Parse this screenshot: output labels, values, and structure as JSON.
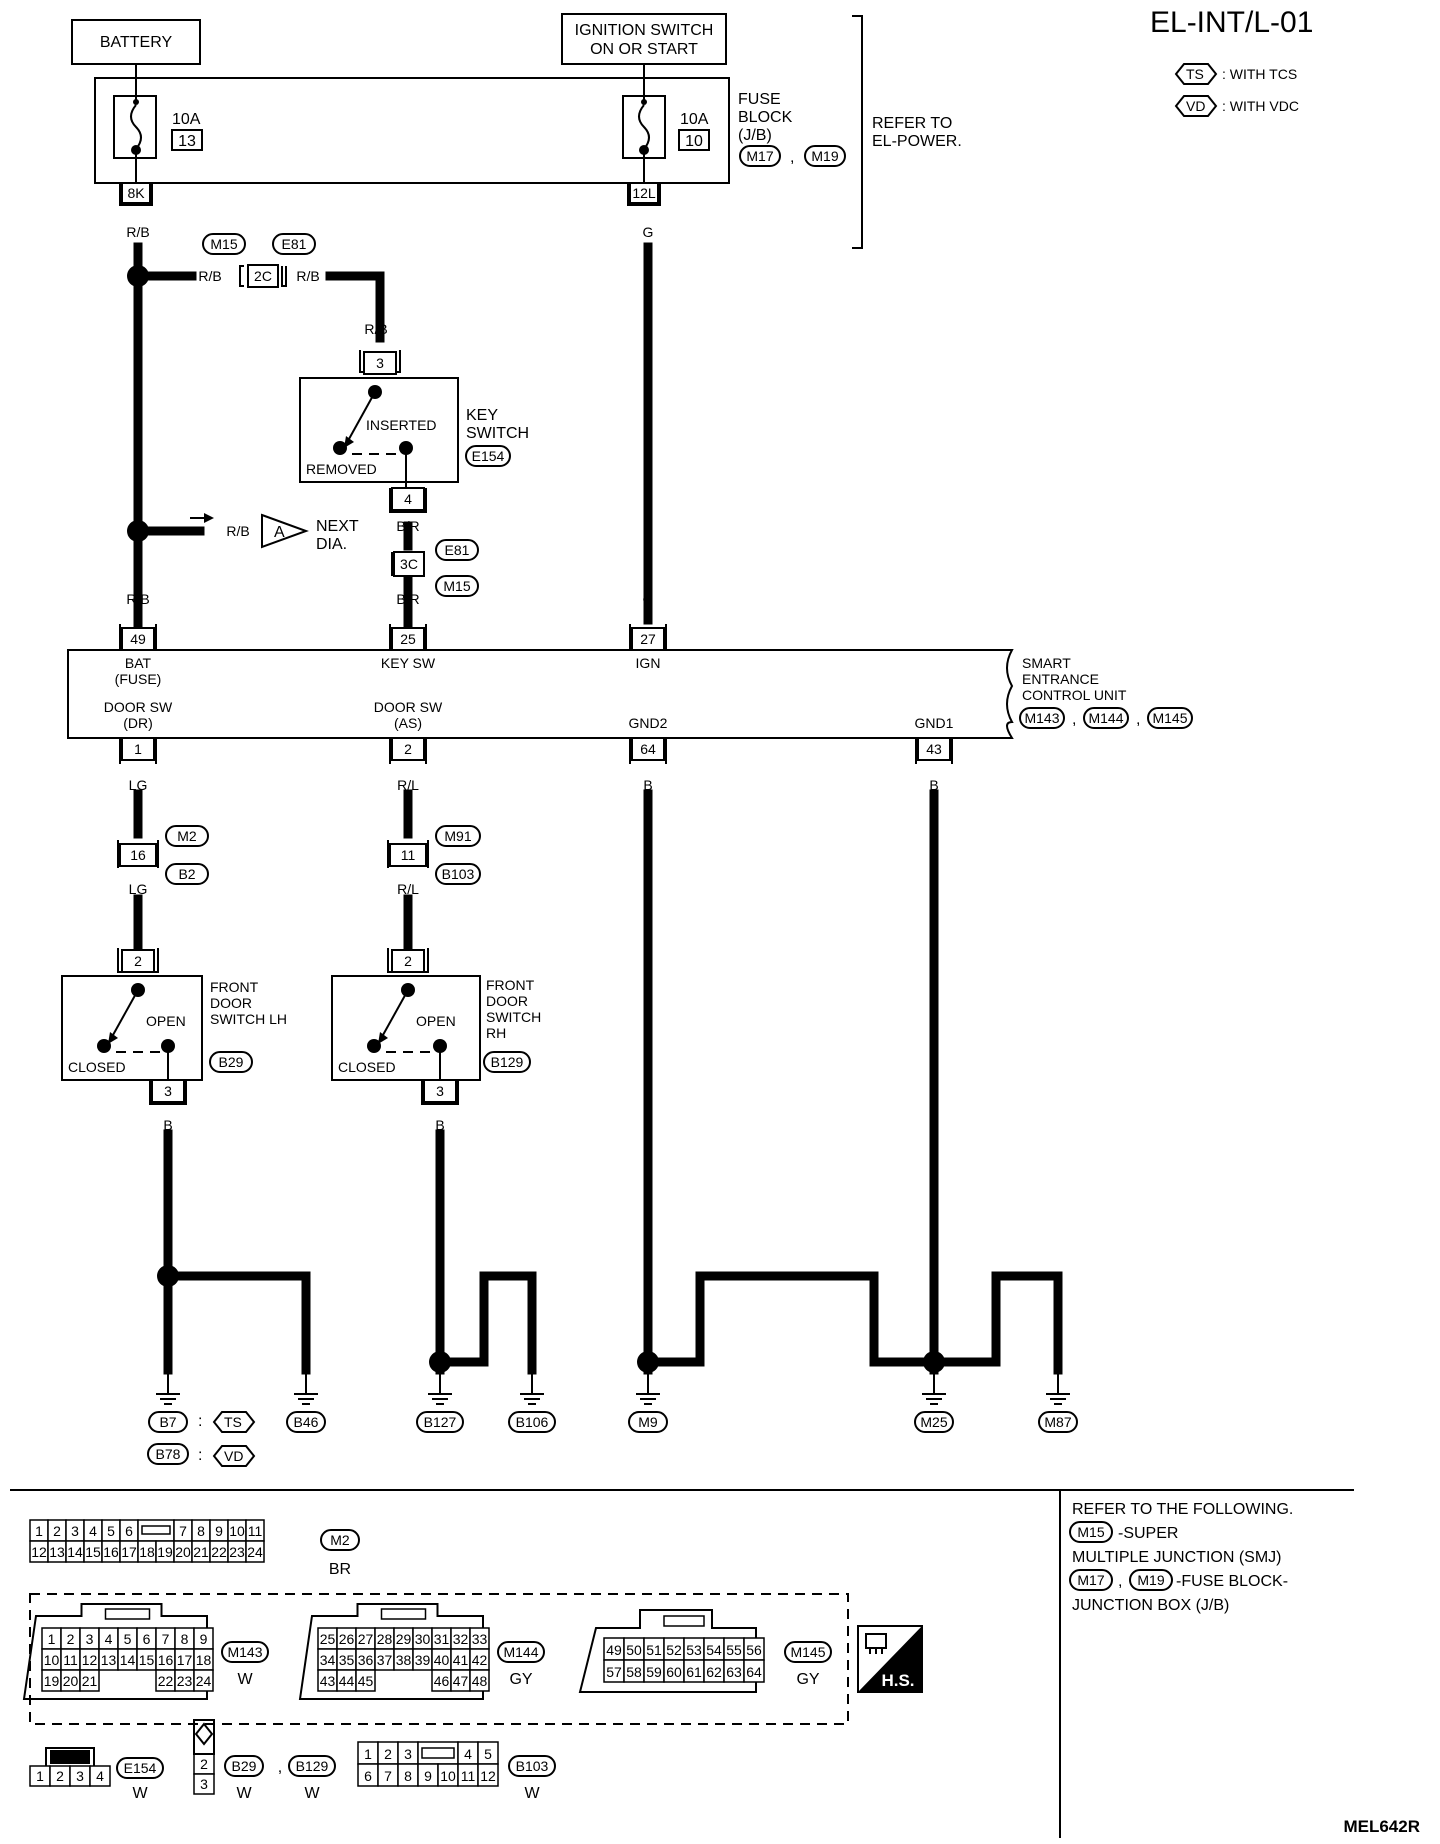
{
  "diagram_id": "EL-INT/L-01",
  "figure_code": "MEL642R",
  "legend": [
    {
      "code": "TS",
      "text": ": WITH TCS"
    },
    {
      "code": "VD",
      "text": ": WITH VDC"
    }
  ],
  "sources": {
    "battery": "BATTERY",
    "ignition_line1": "IGNITION SWITCH",
    "ignition_line2": "ON OR START"
  },
  "fuse_block": {
    "label_lines": [
      "FUSE",
      "BLOCK",
      "(J/B)"
    ],
    "connectors": [
      "M17",
      "M19"
    ],
    "refer_line1": "REFER TO",
    "refer_line2": "EL-POWER.",
    "fuses": [
      {
        "rating": "10A",
        "number": "13",
        "terminal": "8K"
      },
      {
        "rating": "10A",
        "number": "10",
        "terminal": "12L"
      }
    ]
  },
  "wires": {
    "rb": "R/B",
    "g": "G",
    "br": "B/R",
    "lg": "LG",
    "rl": "R/L",
    "b": "B"
  },
  "joint_connectors": [
    {
      "pin": "2C",
      "left": "M15",
      "right": "E81"
    },
    {
      "pin": "3C",
      "top": "E81",
      "bottom": "M15"
    },
    {
      "pin": "16",
      "top": "M2",
      "bottom": "B2"
    },
    {
      "pin": "11",
      "top": "M91",
      "bottom": "B103"
    }
  ],
  "key_switch": {
    "label_lines": [
      "KEY",
      "SWITCH"
    ],
    "connector": "E154",
    "pin_top": "3",
    "pin_bottom": "4",
    "state_on": "INSERTED",
    "state_off": "REMOVED"
  },
  "next_diagram": {
    "marker": "A",
    "line1": "NEXT",
    "line2": "DIA."
  },
  "control_unit": {
    "label_lines": [
      "SMART",
      "ENTRANCE",
      "CONTROL UNIT"
    ],
    "connectors": [
      "M143",
      "M144",
      "M145"
    ],
    "top_terminals": [
      {
        "pin": "49",
        "name": "BAT",
        "name2": "(FUSE)"
      },
      {
        "pin": "25",
        "name": "KEY SW",
        "name2": ""
      },
      {
        "pin": "27",
        "name": "IGN",
        "name2": ""
      }
    ],
    "bottom_terminals": [
      {
        "pin": "1",
        "name": "DOOR SW",
        "name2": "(DR)"
      },
      {
        "pin": "2",
        "name": "DOOR SW",
        "name2": "(AS)"
      },
      {
        "pin": "64",
        "name": "GND2",
        "name2": ""
      },
      {
        "pin": "43",
        "name": "GND1",
        "name2": ""
      }
    ]
  },
  "door_switches": [
    {
      "label_lines": [
        "FRONT",
        "DOOR",
        "SWITCH LH"
      ],
      "connector": "B29",
      "pin_top": "2",
      "pin_bottom": "3",
      "state_open": "OPEN",
      "state_closed": "CLOSED"
    },
    {
      "label_lines": [
        "FRONT",
        "DOOR",
        "SWITCH",
        "RH"
      ],
      "connector": "B129",
      "pin_top": "2",
      "pin_bottom": "3",
      "state_open": "OPEN",
      "state_closed": "CLOSED"
    }
  ],
  "grounds": [
    {
      "id": "B7",
      "cond": "TS"
    },
    {
      "id": "B78",
      "cond": "VD"
    },
    {
      "id": "B46"
    },
    {
      "id": "B127"
    },
    {
      "id": "B106"
    },
    {
      "id": "M9"
    },
    {
      "id": "M25"
    },
    {
      "id": "M87"
    }
  ],
  "connector_views": [
    {
      "id": "M2",
      "color": "BR",
      "rows": [
        [
          "1",
          "2",
          "3",
          "4",
          "5",
          "6",
          "",
          "7",
          "8",
          "9",
          "10",
          "11"
        ],
        [
          "12",
          "13",
          "14",
          "15",
          "16",
          "17",
          "18",
          "19",
          "20",
          "21",
          "22",
          "23",
          "24"
        ]
      ]
    },
    {
      "id": "M143",
      "color": "W",
      "rows": [
        [
          "1",
          "2",
          "3",
          "4",
          "5",
          "6",
          "7",
          "8",
          "9"
        ],
        [
          "10",
          "11",
          "12",
          "13",
          "14",
          "15",
          "16",
          "17",
          "18"
        ],
        [
          "19",
          "20",
          "21",
          "",
          "",
          "",
          "22",
          "23",
          "24"
        ]
      ]
    },
    {
      "id": "M144",
      "color": "GY",
      "rows": [
        [
          "25",
          "26",
          "27",
          "28",
          "29",
          "30",
          "31",
          "32",
          "33"
        ],
        [
          "34",
          "35",
          "36",
          "37",
          "38",
          "39",
          "40",
          "41",
          "42"
        ],
        [
          "43",
          "44",
          "45",
          "",
          "",
          "",
          "46",
          "47",
          "48"
        ]
      ]
    },
    {
      "id": "M145",
      "color": "GY",
      "rows": [
        [
          "49",
          "50",
          "51",
          "52",
          "53",
          "54",
          "55",
          "56"
        ],
        [
          "57",
          "58",
          "59",
          "60",
          "61",
          "62",
          "63",
          "64"
        ]
      ]
    },
    {
      "id": "E154",
      "color": "W",
      "rows": [
        [
          "1",
          "2",
          "3",
          "4"
        ]
      ]
    },
    {
      "id": "B29",
      "color": "W",
      "rows": [
        [
          "2"
        ],
        [
          "3"
        ]
      ]
    },
    {
      "id": "B129",
      "color": "W",
      "rows": []
    },
    {
      "id": "B103",
      "color": "W",
      "rows": [
        [
          "1",
          "2",
          "3",
          "",
          "4",
          "5"
        ],
        [
          "6",
          "7",
          "8",
          "9",
          "10",
          "11",
          "12"
        ]
      ]
    }
  ],
  "hs_label": "H.S.",
  "notes": {
    "title": "REFER TO THE FOLLOWING.",
    "line1_conn": "M15",
    "line1_text": "-SUPER",
    "line2_text": "MULTIPLE JUNCTION (SMJ)",
    "line3_conn1": "M17",
    "line3_sep": ",",
    "line3_conn2": "M19",
    "line3_text": "-FUSE BLOCK-",
    "line4_text": "JUNCTION BOX (J/B)"
  }
}
